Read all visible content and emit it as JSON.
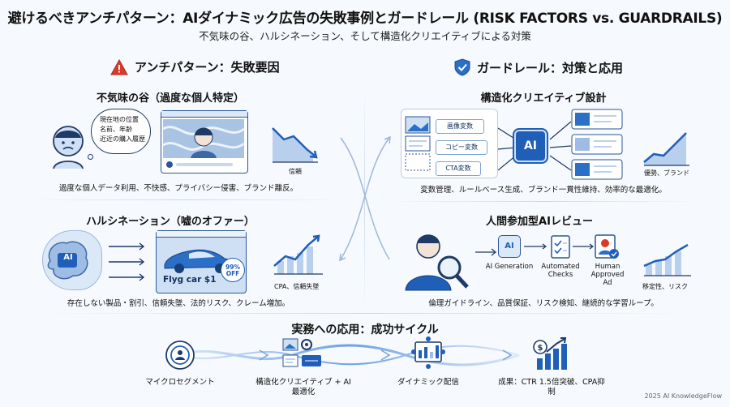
{
  "title": "避けるべきアンチパターン：AIダイナミック広告の失敗事例とガードレール (RISK FACTORS vs. GUARDRAILS)",
  "subtitle": "不気味の谷、ハルシネーション、そして構造化クリエイティブによる対策",
  "left": {
    "header": "アンチパターン：失敗要因",
    "uncanny": {
      "title": "不気味の谷（過度な個人特定）",
      "bubble_lines": [
        "現在地の位置",
        "名前、年齢",
        "近近の購入履歴"
      ],
      "chart_label": "信頼",
      "caption": "過度な個人データ利用、不快感、プライバシー侵害、ブランド離反。"
    },
    "hallucination": {
      "title": "ハルシネーション（嘘のオファー）",
      "ai_badge": "AI",
      "ad_text": "Flyg car $1",
      "discount_text": "99% OFF",
      "chart_label": "CPA、信頼失墜",
      "caption": "存在しない製品・割引、信頼失墜、法的リスク、クレーム増加。"
    }
  },
  "right": {
    "header": "ガードレール：対策と応用",
    "structured": {
      "title": "構造化クリエイティブ設計",
      "tags": [
        "画像変数",
        "コピー変数",
        "CTA変数"
      ],
      "ai_chip": "AI",
      "chart_label": "優勢、ブランド",
      "caption": "変数管理、ルールベース生成、ブランド一貫性維持、効率的な最適化。"
    },
    "human": {
      "title": "人間参加型AIレビュー",
      "steps": [
        "AI Generation",
        "Automated Checks",
        "Human Approved Ad"
      ],
      "ai_label": "AI",
      "chart_label": "移定性、リスク",
      "caption": "倫理ガイドライン、品質保証、リスク検知、継続的な学習ループ。"
    }
  },
  "cycle": {
    "title": "実務への応用：成功サイクル",
    "steps": [
      "マイクロセグメント",
      "構造化クリエイティブ + AI最適化",
      "ダイナミック配信",
      "成果：CTR 1.5倍突破、CPA抑制"
    ]
  },
  "footer": "2025 AI KnowledgeFlow",
  "colors": {
    "accent": "#1f5fb8",
    "warning": "#d93b2b",
    "light_blue": "#dbe8f7"
  }
}
